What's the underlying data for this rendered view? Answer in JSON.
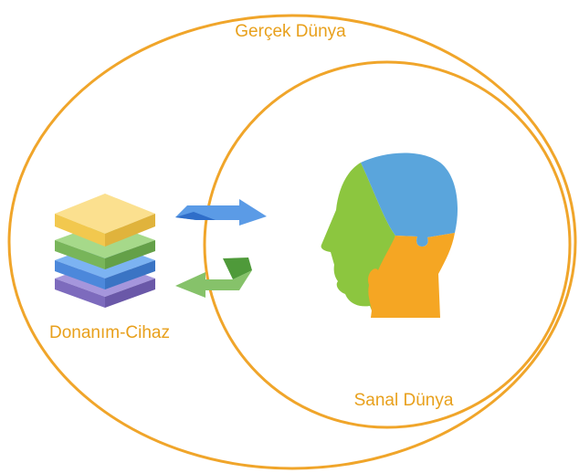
{
  "labels": {
    "real_world": "Gerçek Dünya",
    "virtual_world": "Sanal Dünya",
    "hardware": "Donanım-Cihaz"
  },
  "colors": {
    "circle_stroke": "#f0a52a",
    "label_text": "#e8a01c",
    "layer_yellow": "#f7d774",
    "layer_green": "#8cc46a",
    "layer_blue": "#5a97e8",
    "layer_purple": "#8a78c8",
    "arrow_blue": "#4f8de0",
    "arrow_green": "#6fb054",
    "head_green": "#8cc63f",
    "head_blue": "#5aa5dc",
    "head_orange": "#f5a623"
  },
  "icons": {
    "hardware": "stacked-layers-icon",
    "sync": "bidirectional-arrows-icon",
    "head": "puzzle-head-icon"
  }
}
